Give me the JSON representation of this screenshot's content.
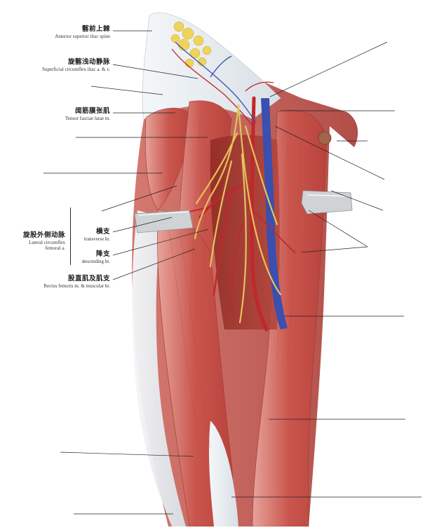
{
  "labels": {
    "asis": {
      "zh": "髂前上棘",
      "en": "Anterior superior iliac spine"
    },
    "scia": {
      "zh": "旋髂浅动静脉",
      "en": "Superficial circumflex iliac a. & v."
    },
    "tfl": {
      "zh": "阔筋膜张肌",
      "en": "Tensor fasciae latae m."
    },
    "lcfa": {
      "zh": "旋股外侧动脉",
      "en": "Lateral circumflex",
      "en2": "femoral a."
    },
    "transverse": {
      "zh": "横支",
      "en": "transverse br."
    },
    "descending": {
      "zh": "降支",
      "en": "descending br."
    },
    "rectus": {
      "zh": "股直肌及肌支",
      "en": "Rectus femoris m. & muscular br."
    }
  },
  "colors": {
    "muscle": "#c8564f",
    "muscle_light": "#e0857a",
    "fascia": "#e9eef2",
    "artery": "#c0282a",
    "vein": "#3a4fb0",
    "nerve": "#e4c35a",
    "fat": "#f0d060",
    "retractor": "#cfd3d6"
  }
}
